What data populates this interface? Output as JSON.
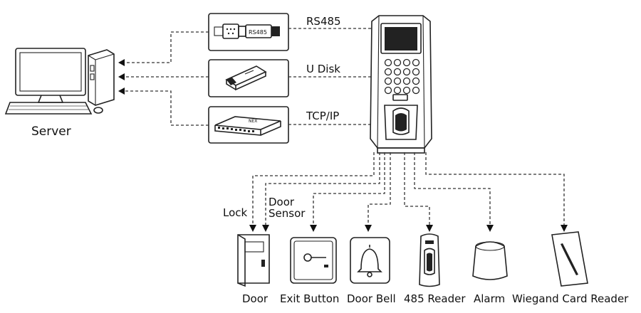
{
  "connections": {
    "rs485": "RS485",
    "udisk": "U Disk",
    "tcpip": "TCP/IP"
  },
  "server": {
    "label": "Server"
  },
  "adapter": {
    "label": "RS485"
  },
  "switch": {
    "label": "NEX"
  },
  "devices": {
    "door": "Door",
    "exit_button": "Exit Button",
    "door_bell": "Door Bell",
    "reader_485": "485 Reader",
    "alarm": "Alarm",
    "wiegand": "Wiegand Card Reader"
  },
  "inputs": {
    "lock": "Lock",
    "door_sensor_line1": "Door",
    "door_sensor_line2": "Sensor"
  },
  "colors": {
    "line": "#333333",
    "screen": "#222222",
    "bg": "#ffffff"
  }
}
